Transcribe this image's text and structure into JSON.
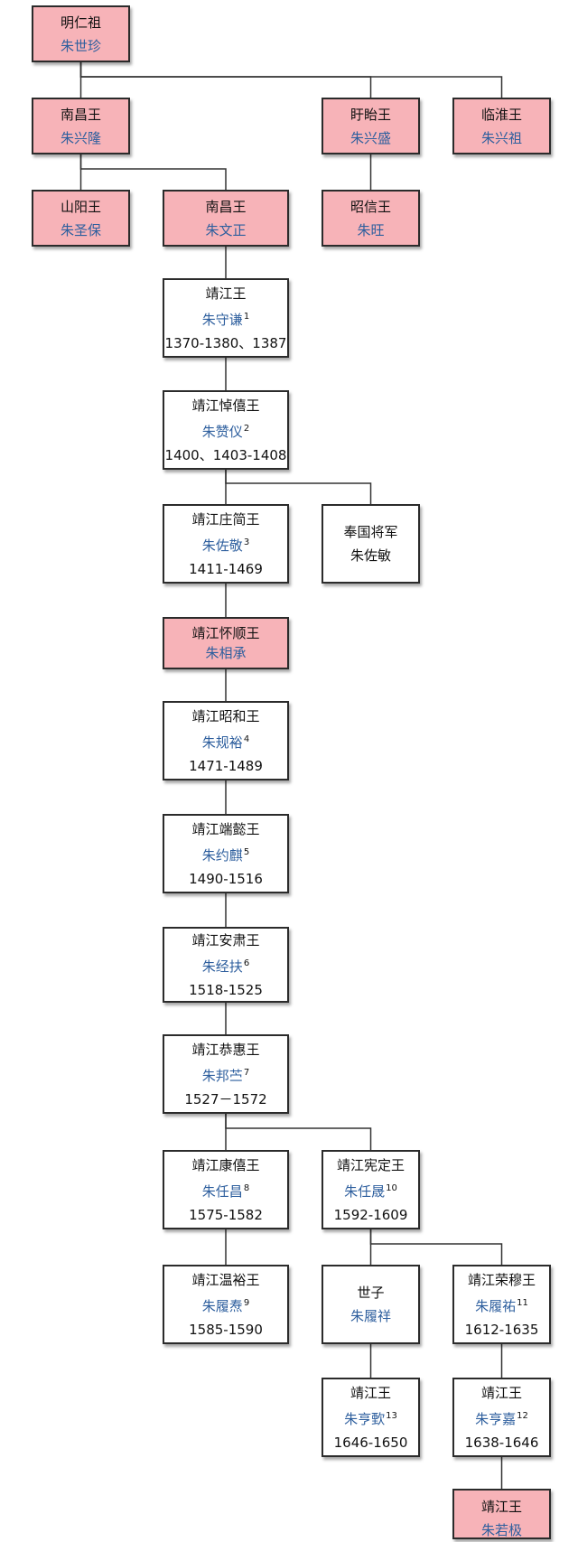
{
  "nodes": [
    {
      "id": "renzu",
      "title": "明仁祖",
      "name": "朱世珍",
      "sup": "",
      "years": "",
      "pink": true
    },
    {
      "id": "nanchang1",
      "title": "南昌王",
      "name": "朱兴隆",
      "sup": "",
      "years": "",
      "pink": true
    },
    {
      "id": "xuyi",
      "title": "盱眙王",
      "name": "朱兴盛",
      "sup": "",
      "years": "",
      "pink": true
    },
    {
      "id": "linhuai",
      "title": "临淮王",
      "name": "朱兴祖",
      "sup": "",
      "years": "",
      "pink": true
    },
    {
      "id": "shanyang",
      "title": "山阳王",
      "name": "朱圣保",
      "sup": "",
      "years": "",
      "pink": true
    },
    {
      "id": "nanchang2",
      "title": "南昌王",
      "name": "朱文正",
      "sup": "",
      "years": "",
      "pink": true
    },
    {
      "id": "zhaoxin",
      "title": "昭信王",
      "name": "朱旺",
      "sup": "",
      "years": "",
      "pink": true
    },
    {
      "id": "jj1",
      "title": "靖江王",
      "name": "朱守谦",
      "sup": "1",
      "years": "1370-1380、1387",
      "pink": false
    },
    {
      "id": "jj2",
      "title": "靖江悼僖王",
      "name": "朱赞仪",
      "sup": "2",
      "years": "1400、1403-1408",
      "pink": false
    },
    {
      "id": "jj3",
      "title": "靖江庄简王",
      "name": "朱佐敬",
      "sup": "3",
      "years": "1411-1469",
      "pink": false
    },
    {
      "id": "fengguo",
      "title": "奉国将军",
      "name": "朱佐敏",
      "sup": "",
      "years": "",
      "pink": false
    },
    {
      "id": "huaishun",
      "title": "靖江怀顺王",
      "name": "朱相承",
      "sup": "",
      "years": "",
      "pink": true
    },
    {
      "id": "jj4",
      "title": "靖江昭和王",
      "name": "朱规裕",
      "sup": "4",
      "years": "1471-1489",
      "pink": false
    },
    {
      "id": "jj5",
      "title": "靖江端懿王",
      "name": "朱约麒",
      "sup": "5",
      "years": "1490-1516",
      "pink": false
    },
    {
      "id": "jj6",
      "title": "靖江安肃王",
      "name": "朱经扶",
      "sup": "6",
      "years": "1518-1525",
      "pink": false
    },
    {
      "id": "jj7",
      "title": "靖江恭惠王",
      "name": "朱邦苎",
      "sup": "7",
      "years": "1527－1572",
      "pink": false
    },
    {
      "id": "jj8",
      "title": "靖江康僖王",
      "name": "朱任昌",
      "sup": "8",
      "years": "1575-1582",
      "pink": false
    },
    {
      "id": "jj10",
      "title": "靖江宪定王",
      "name": "朱任晟",
      "sup": "10",
      "years": "1592-1609",
      "pink": false
    },
    {
      "id": "jj9",
      "title": "靖江温裕王",
      "name": "朱履焘",
      "sup": "9",
      "years": "1585-1590",
      "pink": false
    },
    {
      "id": "shizi",
      "title": "世子",
      "name": "朱履祥",
      "sup": "",
      "years": "",
      "pink": false
    },
    {
      "id": "jj11",
      "title": "靖江荣穆王",
      "name": "朱履祐",
      "sup": "11",
      "years": "1612-1635",
      "pink": false
    },
    {
      "id": "jj13",
      "title": "靖江王",
      "name": "朱亨歅",
      "sup": "13",
      "years": "1646-1650",
      "pink": false
    },
    {
      "id": "jj12",
      "title": "靖江王",
      "name": "朱亨嘉",
      "sup": "12",
      "years": "1638-1646",
      "pink": false
    },
    {
      "id": "jj14",
      "title": "靖江王",
      "name": "朱若极",
      "sup": "",
      "years": "",
      "pink": true
    }
  ],
  "edges": [
    [
      "renzu",
      "nanchang1"
    ],
    [
      "renzu",
      "xuyi"
    ],
    [
      "renzu",
      "linhuai"
    ],
    [
      "nanchang1",
      "shanyang"
    ],
    [
      "nanchang1",
      "nanchang2"
    ],
    [
      "xuyi",
      "zhaoxin"
    ],
    [
      "nanchang2",
      "jj1"
    ],
    [
      "jj1",
      "jj2"
    ],
    [
      "jj2",
      "jj3"
    ],
    [
      "jj2",
      "fengguo"
    ],
    [
      "jj3",
      "huaishun"
    ],
    [
      "huaishun",
      "jj4"
    ],
    [
      "jj4",
      "jj5"
    ],
    [
      "jj5",
      "jj6"
    ],
    [
      "jj6",
      "jj7"
    ],
    [
      "jj7",
      "jj8"
    ],
    [
      "jj7",
      "jj10"
    ],
    [
      "jj8",
      "jj9"
    ],
    [
      "jj10",
      "shizi"
    ],
    [
      "jj10",
      "jj11"
    ],
    [
      "shizi",
      "jj13"
    ],
    [
      "jj11",
      "jj12"
    ],
    [
      "jj12",
      "jj14"
    ]
  ],
  "colors": {
    "pink": "#f7b3b8",
    "border": "#2b2b2b",
    "name": "#2e5f9e",
    "line": "#333333"
  }
}
